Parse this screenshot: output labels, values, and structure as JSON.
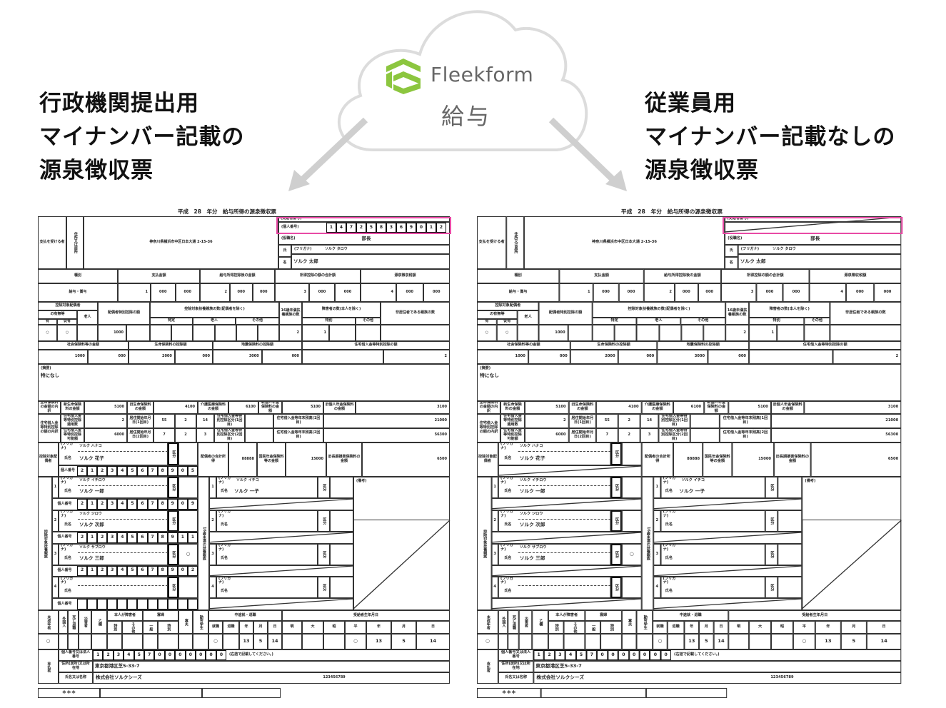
{
  "header": {
    "logo_text": "Fleekform",
    "product": "給与"
  },
  "left_caption": [
    "行政機関提出用",
    "マイナンバー記載の",
    "源泉徴収票"
  ],
  "right_caption": [
    "従業員用",
    "マイナンバー記載なしの",
    "源泉徴収票"
  ],
  "colors": {
    "accent_green": "#8cc63f",
    "highlight_pink": "#e84aa5",
    "text_gray": "#666666"
  },
  "form": {
    "title": "平成　28　年分　給与所得の源泉徴収票",
    "recipient_label": "支払を受ける者",
    "address_label": "住所又は居所",
    "address": "神奈川県横浜市中区日本大通 2-15-36",
    "recipient_no_label": "(受給者番号)",
    "my_number_label": "(個人番号)",
    "position_label": "(役職名)",
    "position": "部長",
    "name_label_1": "氏",
    "name_label_2": "名",
    "furigana_label": "(フリガナ)",
    "furigana": "ソルク タロウ",
    "name": "ソルク 太郎",
    "columns": [
      "種別",
      "支払金額",
      "給与所得控除後の金額",
      "所得控除の額の合計額",
      "源泉徴収税額"
    ],
    "kind": "給与・賞与",
    "amounts": [
      [
        "1",
        "000",
        "000"
      ],
      [
        "2",
        "000",
        "000"
      ],
      [
        "3",
        "000",
        "000"
      ],
      [
        "4",
        "000",
        "000"
      ]
    ],
    "ded": {
      "spouse": "控除対象配偶者",
      "spouse_sub": "の有無等",
      "old": "老人",
      "has": "有",
      "has_sub": "従有",
      "spouse_special": "配偶者特別控除の額",
      "dependents": "控除対象扶養親族の数(配偶者を除く)",
      "specific": "特定",
      "old2": "老人",
      "other": "その他",
      "under16": "16歳未満扶養親族の数",
      "disabled": "障害者の数(本人を除く)",
      "special": "特別",
      "other2": "その他",
      "nonresident": "非居住者である親族の数",
      "v_has": "○",
      "v_has_sub": "○",
      "v_spouse_special": "1000",
      "v_under16": "2",
      "v_disabled": "1"
    },
    "ins_headers": [
      "社会保険料等の金額",
      "生命保険料の控除額",
      "地震保険料の控除額",
      "住宅借入金等特別控除の額"
    ],
    "ins_values": [
      [
        "1000",
        "000"
      ],
      [
        "2000",
        "000"
      ],
      [
        "3000",
        "000"
      ],
      [
        "",
        "2"
      ]
    ],
    "remarks_label": "(摘要)",
    "remarks": "特になし",
    "life": {
      "label": "生命保険料の金額の内訳",
      "items": [
        [
          "新生命保険料の金額",
          "5100"
        ],
        [
          "旧生命保険料の金額",
          "4100"
        ],
        [
          "介護医療保険料の金額",
          "6100"
        ],
        [
          "新個人年金保険料の金額",
          "5100"
        ],
        [
          "旧個人年金保険料の金額",
          "3100"
        ]
      ]
    },
    "housing": {
      "label": "住宅借入金等特別控除の額の内訳",
      "rows": [
        {
          "l1": "住宅借入金等特別控除適用数",
          "v1": "2",
          "l2": "居住開始年月日(1回目)",
          "y": "55",
          "m": "2",
          "d": "14",
          "l3": "住宅借入金等特別控除区分(1回目)",
          "v3": "",
          "l4": "住宅借入金等年末残高(1回目)",
          "v4": "21000"
        },
        {
          "l1": "住宅借入金等特別控除可能額",
          "v1": "6000",
          "l2": "居住開始年月日(2回目)",
          "y": "7",
          "m": "2",
          "d": "3",
          "l3": "住宅借入金等特別控除区分(2回目)",
          "v3": "",
          "l4": "住宅借入金等年末残高(2回目)",
          "v4": "56300"
        }
      ]
    },
    "spouse_row": {
      "label": "控除対象配偶者",
      "furigana": "ソルク ハナコ",
      "name": "ソルク 花子",
      "income_label": "配偶者の合計所得",
      "income": "88888",
      "pension_label": "国民年金保険料等の金額",
      "pension": "15000",
      "longterm_label": "旧長期損害保険料の金額",
      "longterm": "6500"
    },
    "name_short": "氏名",
    "number_short": "個人番号",
    "kubun": "区分",
    "dependents_label": "控除対象扶養親族",
    "dependents": [
      {
        "index": "1",
        "furigana": "ソルク イチロウ",
        "name": "ソルク 一郎",
        "mark": ""
      },
      {
        "index": "2",
        "furigana": "ソルク ジロウ",
        "name": "ソルク 次郎",
        "mark": ""
      },
      {
        "index": "3",
        "furigana": "ソルク サブロウ",
        "name": "ソルク 三郎",
        "mark": "○"
      },
      {
        "index": "4",
        "furigana": "",
        "name": "",
        "mark": ""
      }
    ],
    "under16_label": "16歳未満の扶養親族",
    "under16": [
      {
        "index": "1",
        "furigana": "ソルク イチコ",
        "name": "ソルク 一子"
      },
      {
        "index": "2",
        "furigana": "",
        "name": ""
      },
      {
        "index": "3",
        "furigana": "",
        "name": ""
      },
      {
        "index": "4",
        "furigana": "",
        "name": ""
      }
    ],
    "notes_label": "(備考)",
    "bottom": {
      "minor": "未成年者",
      "foreigner": "外国人",
      "death": "死亡退職",
      "disaster": "災害者",
      "otsu": "乙欄",
      "self_disabled": "本人が障害者",
      "special": "特別",
      "other": "その他",
      "widow": "寡婦",
      "general": "一般",
      "special2": "特別",
      "widower": "寡夫",
      "student": "勤労学生",
      "midterm": "中途就・退職",
      "join": "就職",
      "leave": "退職",
      "y": "年",
      "m": "月",
      "d": "日",
      "birth": "受給者生年月日",
      "meiji": "明",
      "taisho": "大",
      "showa": "昭",
      "heisei": "平",
      "by": "年",
      "bm": "月",
      "bd": "日",
      "v_minor": "○",
      "v_join": "○",
      "v_y": "13",
      "v_m": "5",
      "v_d": "14",
      "v_heisei": "○",
      "v_by": "13",
      "v_bm": "5",
      "v_bd": "14"
    },
    "payer": {
      "label": "支払者",
      "number_label": "個人番号又は法人番号",
      "number": [
        "1",
        "2",
        "3",
        "4",
        "5",
        "7",
        "0",
        "0",
        "0",
        "0",
        "0",
        "0",
        "0"
      ],
      "number_note": "(右詰で記載してください。)",
      "address_label": "住所(居所)又は所在地",
      "address": "東京都港区芝5-33-7",
      "name_label": "氏名又は名称",
      "name": "株式会社ソルクシーズ",
      "phone": "123456789"
    },
    "footer_label": "＊＊＊"
  },
  "forms": [
    {
      "masked": false,
      "my_number": [
        "1",
        "4",
        "7",
        "2",
        "5",
        "8",
        "3",
        "6",
        "9",
        "0",
        "1",
        "2"
      ],
      "spouse_number": [
        "2",
        "1",
        "2",
        "3",
        "4",
        "5",
        "6",
        "7",
        "8",
        "9",
        "0",
        "5"
      ],
      "dependent_numbers": [
        [
          "2",
          "1",
          "2",
          "3",
          "4",
          "5",
          "6",
          "7",
          "8",
          "9",
          "0",
          "9"
        ],
        [
          "2",
          "1",
          "2",
          "3",
          "4",
          "5",
          "6",
          "7",
          "8",
          "9",
          "1",
          "1"
        ],
        [
          "2",
          "1",
          "2",
          "3",
          "4",
          "5",
          "6",
          "7",
          "8",
          "9",
          "0",
          "2"
        ],
        [
          "",
          "",
          "",
          "",
          "",
          "",
          "",
          "",
          "",
          "",
          "",
          ""
        ]
      ]
    },
    {
      "masked": true
    }
  ]
}
